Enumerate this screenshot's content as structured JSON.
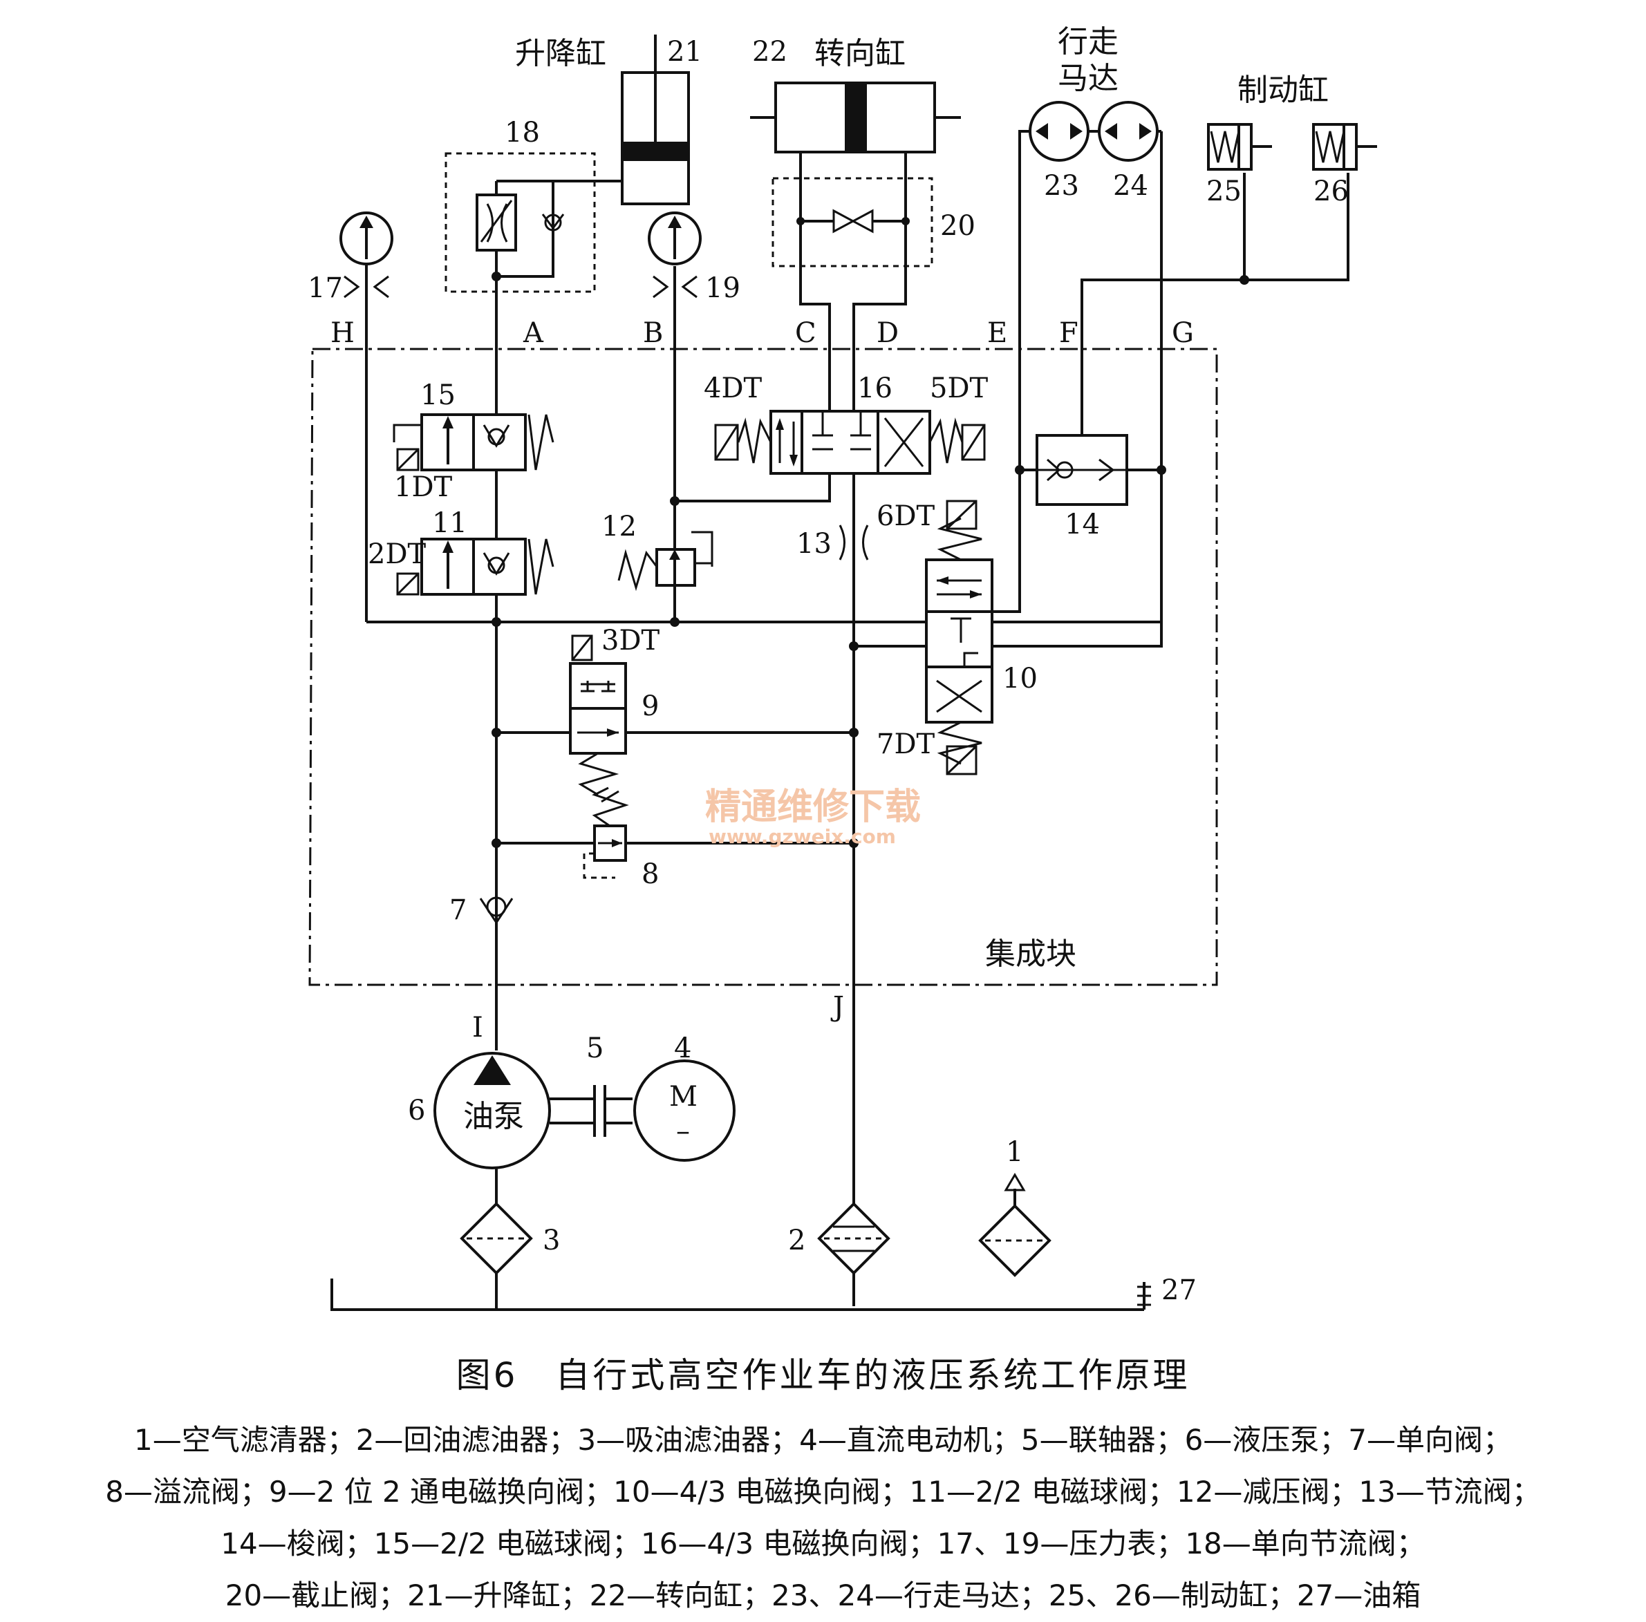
{
  "labels": {
    "n1": "1",
    "n2": "2",
    "n3": "3",
    "n4": "4",
    "n5": "5",
    "n6": "6",
    "n7": "7",
    "n8": "8",
    "n9": "9",
    "n10": "10",
    "n11": "11",
    "n12": "12",
    "n13": "13",
    "n14": "14",
    "n15": "15",
    "n16": "16",
    "n17": "17",
    "n18": "18",
    "n19": "19",
    "n20": "20",
    "n21": "21",
    "n22": "22",
    "n23": "23",
    "n24": "24",
    "n25": "25",
    "n26": "26",
    "n27": "27",
    "dt1": "1DT",
    "dt2": "2DT",
    "dt3": "3DT",
    "dt4": "4DT",
    "dt5": "5DT",
    "dt6": "6DT",
    "dt7": "7DT",
    "A": "A",
    "B": "B",
    "C": "C",
    "D": "D",
    "E": "E",
    "F": "F",
    "G": "G",
    "H": "H",
    "I": "I",
    "J": "J",
    "lift_cyl": "升降缸",
    "steer_cyl": "转向缸",
    "travel_motor_1": "行走",
    "travel_motor_2": "马达",
    "brake_cyl": "制动缸",
    "manifold": "集成块",
    "pump": "油泵",
    "motor_M": "M",
    "motor_minus": "–"
  },
  "watermark": {
    "line1": "精通维修下载",
    "line2": "www.gzweix.com"
  },
  "caption": "图6　自行式高空作业车的液压系统工作原理",
  "legend": [
    "1—空气滤清器；2—回油滤油器；3—吸油滤油器；4—直流电动机；5—联轴器；6—液压泵；7—单向阀；",
    "8—溢流阀；9—2 位 2 通电磁换向阀；10—4/3 电磁换向阀；11—2/2 电磁球阀；12—减压阀；13—节流阀；",
    "14—梭阀；15—2/2 电磁球阀；16—4/3 电磁换向阀；17、19—压力表；18—单向节流阀；",
    "20—截止阀；21—升降缸；22—转向缸；23、24—行走马达；25、26—制动缸；27—油箱"
  ]
}
